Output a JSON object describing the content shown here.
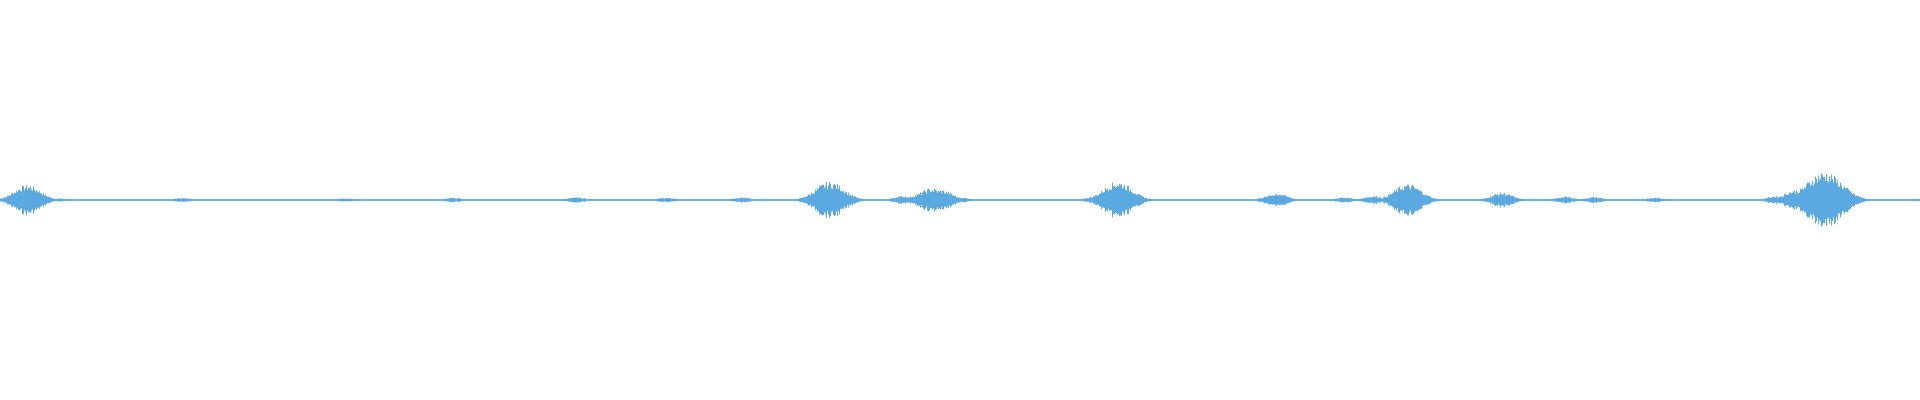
{
  "waveform": {
    "color": "#5aa9e0",
    "duration_fraction": 1.0,
    "peaks": [
      {
        "t": 0.0,
        "a": 0.05
      },
      {
        "t": 0.01,
        "a": 0.15
      },
      {
        "t": 0.014,
        "a": 0.45
      },
      {
        "t": 0.016,
        "a": 0.3
      },
      {
        "t": 0.03,
        "a": 0.05
      },
      {
        "t": 0.095,
        "a": 0.06
      },
      {
        "t": 0.18,
        "a": 0.05
      },
      {
        "t": 0.226,
        "a": 0.03
      },
      {
        "t": 0.236,
        "a": 0.07
      },
      {
        "t": 0.3,
        "a": 0.08
      },
      {
        "t": 0.347,
        "a": 0.07
      },
      {
        "t": 0.386,
        "a": 0.08
      },
      {
        "t": 0.43,
        "a": 0.2
      },
      {
        "t": 0.432,
        "a": 0.55
      },
      {
        "t": 0.434,
        "a": 0.3
      },
      {
        "t": 0.47,
        "a": 0.12
      },
      {
        "t": 0.48,
        "a": 0.2
      },
      {
        "t": 0.485,
        "a": 0.35
      },
      {
        "t": 0.49,
        "a": 0.3
      },
      {
        "t": 0.5,
        "a": 0.08
      },
      {
        "t": 0.57,
        "a": 0.1
      },
      {
        "t": 0.582,
        "a": 0.55
      },
      {
        "t": 0.585,
        "a": 0.25
      },
      {
        "t": 0.66,
        "a": 0.1
      },
      {
        "t": 0.665,
        "a": 0.2
      },
      {
        "t": 0.7,
        "a": 0.08
      },
      {
        "t": 0.715,
        "a": 0.12
      },
      {
        "t": 0.733,
        "a": 0.48
      },
      {
        "t": 0.736,
        "a": 0.25
      },
      {
        "t": 0.782,
        "a": 0.22
      },
      {
        "t": 0.815,
        "a": 0.1
      },
      {
        "t": 0.83,
        "a": 0.09
      },
      {
        "t": 0.862,
        "a": 0.07
      },
      {
        "t": 0.925,
        "a": 0.12
      },
      {
        "t": 0.935,
        "a": 0.3
      },
      {
        "t": 0.945,
        "a": 0.25
      },
      {
        "t": 0.95,
        "a": 0.85
      },
      {
        "t": 0.953,
        "a": 0.4
      },
      {
        "t": 0.965,
        "a": 0.08
      },
      {
        "t": 1.0,
        "a": 0.04
      }
    ]
  }
}
